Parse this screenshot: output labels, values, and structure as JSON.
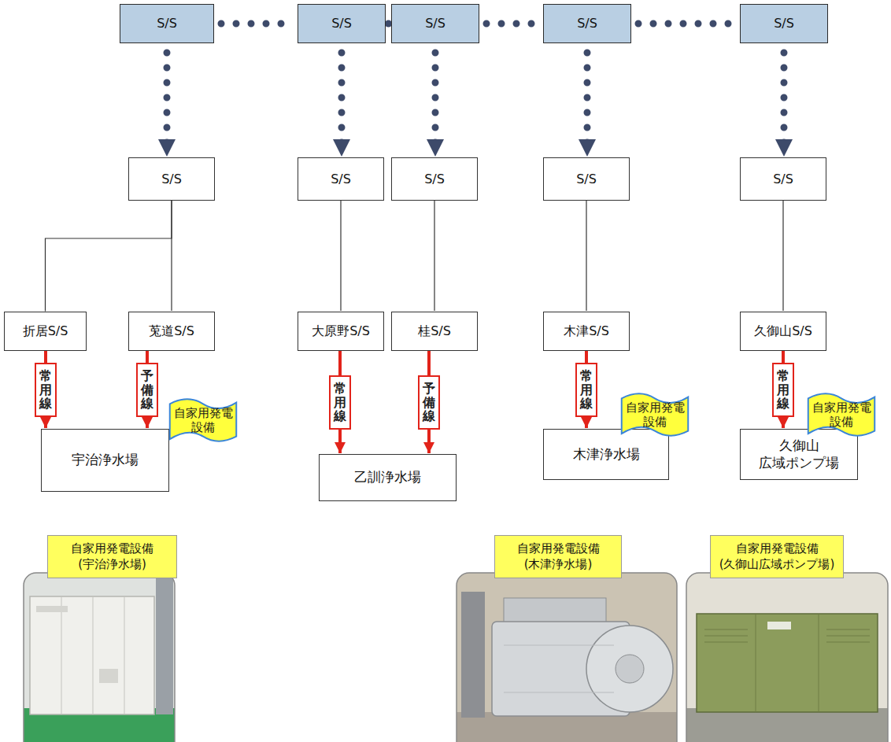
{
  "diagram": {
    "nodes": [
      {
        "text": [
          "S/S"
        ]
      },
      {
        "text": [
          "S/S"
        ]
      },
      {
        "text": [
          "S/S"
        ]
      },
      {
        "text": [
          "S/S"
        ]
      },
      {
        "text": [
          "S/S"
        ]
      },
      {
        "text": [
          "S/S"
        ]
      },
      {
        "text": [
          "S/S"
        ]
      },
      {
        "text": [
          "S/S"
        ]
      },
      {
        "text": [
          "S/S"
        ]
      },
      {
        "text": [
          "S/S"
        ]
      },
      {
        "text": [
          "折居S/S"
        ]
      },
      {
        "text": [
          "莵道S/S"
        ]
      },
      {
        "text": [
          "大原野S/S"
        ]
      },
      {
        "text": [
          "桂S/S"
        ]
      },
      {
        "text": [
          "木津S/S"
        ]
      },
      {
        "text": [
          "久御山S/S"
        ]
      },
      {
        "text": [
          "宇治浄水場"
        ]
      },
      {
        "text": [
          "自家用発電 設備"
        ]
      },
      {
        "text": [
          "乙訓浄水場"
        ]
      },
      {
        "text": [
          "木津浄水場"
        ]
      },
      {
        "text": [
          "自家用発電 設備"
        ]
      },
      {
        "text": [
          "久御山 広域ポンプ場"
        ]
      },
      {
        "text": [
          "自家用発電 設備"
        ]
      },
      {
        "text": [
          "自家用発電設備 (宇治浄水場)"
        ]
      },
      {
        "text": [
          "自家用発電設備 (木津浄水場)"
        ]
      },
      {
        "text": [
          "自家用発電設備 (久御山広域ポンプ場)"
        ]
      }
    ],
    "edges": [
      {
        "from": 0,
        "to": 1,
        "arrow": "none"
      },
      {
        "from": 1,
        "to": 2,
        "arrow": "none"
      },
      {
        "from": 2,
        "to": 3,
        "arrow": "none"
      },
      {
        "from": 3,
        "to": 4,
        "arrow": "none"
      },
      {
        "from": 0,
        "to": 5,
        "arrow": "to"
      },
      {
        "from": 1,
        "to": 6,
        "arrow": "to"
      },
      {
        "from": 2,
        "to": 7,
        "arrow": "to"
      },
      {
        "from": 3,
        "to": 8,
        "arrow": "to"
      },
      {
        "from": 4,
        "to": 9,
        "arrow": "to"
      },
      {
        "from": 5,
        "to": 10,
        "arrow": "none"
      },
      {
        "from": 5,
        "to": 11,
        "arrow": "none"
      },
      {
        "from": 6,
        "to": 12,
        "arrow": "none"
      },
      {
        "from": 7,
        "to": 13,
        "arrow": "none"
      },
      {
        "from": 8,
        "to": 14,
        "arrow": "none"
      },
      {
        "from": 9,
        "to": 15,
        "arrow": "none"
      },
      {
        "from": 10,
        "to": 16,
        "label": "常用線",
        "arrow": "to"
      },
      {
        "from": 11,
        "to": 16,
        "label": "予備線",
        "arrow": "to"
      },
      {
        "from": 12,
        "to": 18,
        "label": "常用線",
        "arrow": "to"
      },
      {
        "from": 13,
        "to": 18,
        "label": "予備線",
        "arrow": "to"
      },
      {
        "from": 14,
        "to": 19,
        "label": "常用線",
        "arrow": "to"
      },
      {
        "from": 15,
        "to": 21,
        "label": "常用線",
        "arrow": "to"
      }
    ]
  }
}
